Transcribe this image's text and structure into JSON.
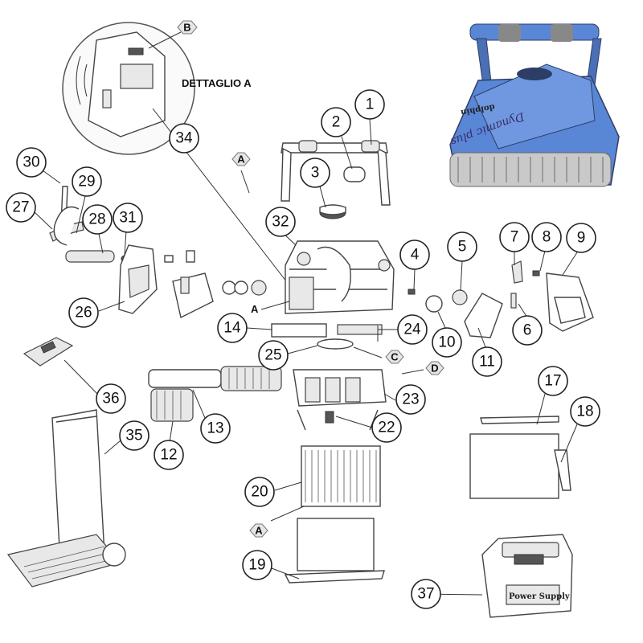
{
  "detail_label": "DETTAGLIO A",
  "callouts": [
    {
      "id": "1",
      "label": "1"
    },
    {
      "id": "2",
      "label": "2"
    },
    {
      "id": "3",
      "label": "3"
    },
    {
      "id": "4",
      "label": "4"
    },
    {
      "id": "5",
      "label": "5"
    },
    {
      "id": "6",
      "label": "6"
    },
    {
      "id": "7",
      "label": "7"
    },
    {
      "id": "8",
      "label": "8"
    },
    {
      "id": "9",
      "label": "9"
    },
    {
      "id": "10",
      "label": "10"
    },
    {
      "id": "11",
      "label": "11"
    },
    {
      "id": "12",
      "label": "12"
    },
    {
      "id": "13",
      "label": "13"
    },
    {
      "id": "14",
      "label": "14"
    },
    {
      "id": "17",
      "label": "17"
    },
    {
      "id": "18",
      "label": "18"
    },
    {
      "id": "19",
      "label": "19"
    },
    {
      "id": "20",
      "label": "20"
    },
    {
      "id": "22",
      "label": "22"
    },
    {
      "id": "23",
      "label": "23"
    },
    {
      "id": "24",
      "label": "24"
    },
    {
      "id": "25",
      "label": "25"
    },
    {
      "id": "26",
      "label": "26"
    },
    {
      "id": "27",
      "label": "27"
    },
    {
      "id": "28",
      "label": "28"
    },
    {
      "id": "29",
      "label": "29"
    },
    {
      "id": "30",
      "label": "30"
    },
    {
      "id": "31",
      "label": "31"
    },
    {
      "id": "32",
      "label": "32"
    },
    {
      "id": "34",
      "label": "34"
    },
    {
      "id": "35",
      "label": "35"
    },
    {
      "id": "36",
      "label": "36"
    },
    {
      "id": "37",
      "label": "37"
    }
  ],
  "letters": [
    {
      "id": "A1",
      "label": "A"
    },
    {
      "id": "A2",
      "label": "A"
    },
    {
      "id": "B",
      "label": "B"
    },
    {
      "id": "C",
      "label": "C"
    },
    {
      "id": "D",
      "label": "D"
    }
  ],
  "plain_letters": [
    {
      "id": "A3",
      "label": "A"
    }
  ],
  "product": {
    "brand_text": "Dynamic plus",
    "logo_text": "dolphin"
  },
  "power_supply_label": "Power Supply",
  "colors": {
    "robot_blue": "#5a86d6",
    "robot_dark": "#2c3e66",
    "brush_gray": "#c9c9c9",
    "callout_stroke": "#222222"
  }
}
